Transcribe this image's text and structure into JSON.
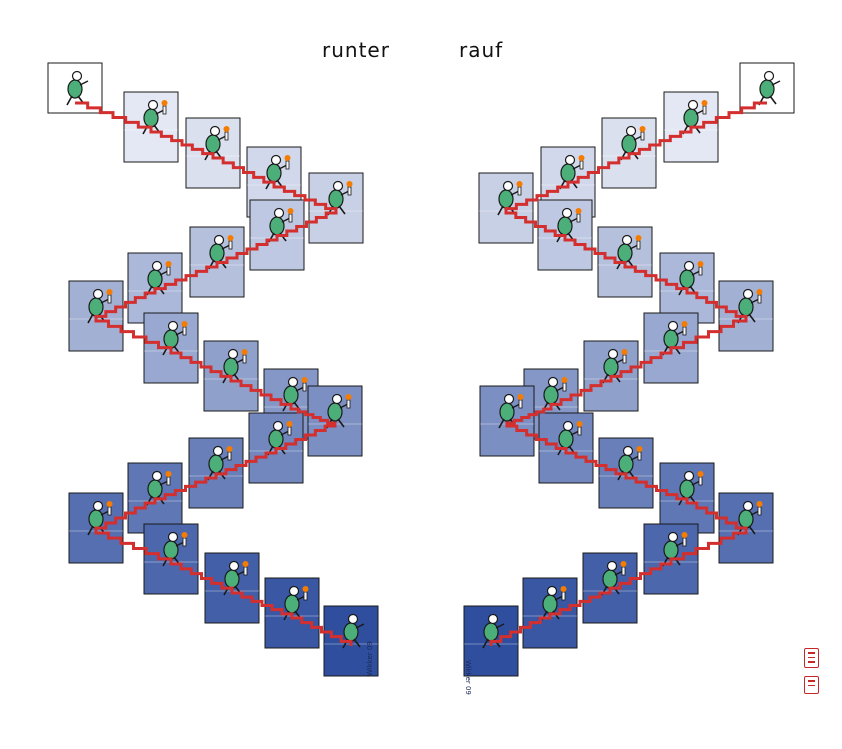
{
  "titles": {
    "left": "runter",
    "right": "rauf"
  },
  "signatures": {
    "left": "Wikker 09",
    "right": "Wikker 09"
  },
  "colors": {
    "stair": "#d32f2f",
    "figure": "#4caf7a",
    "outline": "#1a1a1a",
    "panel_light": "#eef0f8",
    "panel_dark": "#2f4f9e",
    "seal": "#c62828"
  },
  "icons": [
    "walking-figure-icon",
    "torch-icon",
    "seal-stamp-icon"
  ]
}
